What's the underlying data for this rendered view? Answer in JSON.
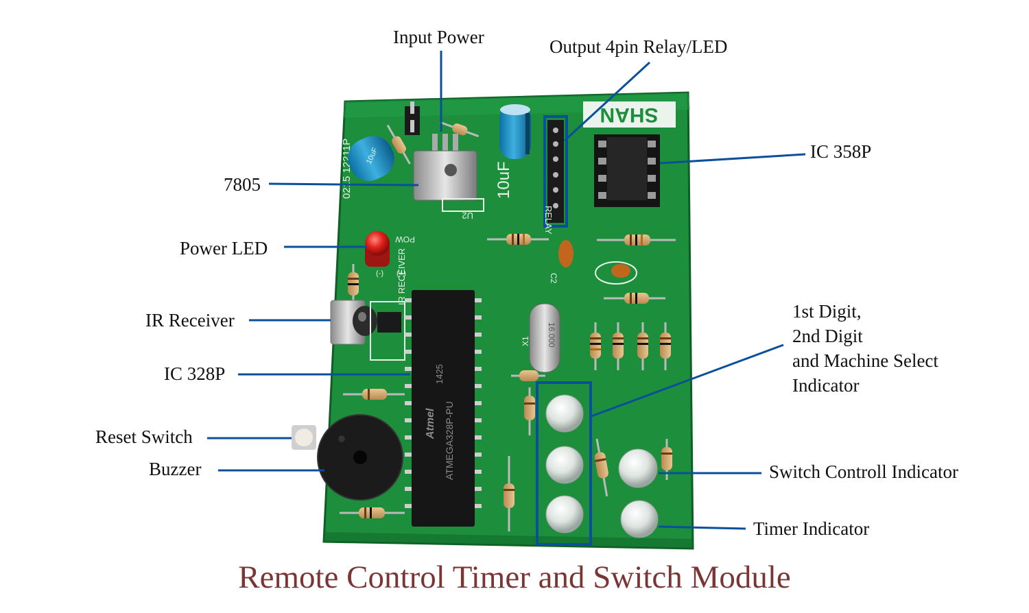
{
  "title": "Remote Control Timer and Switch Module",
  "colors": {
    "pcb": "#1d8e3c",
    "pcb_dark": "#116b2a",
    "silk": "#e9f3ea",
    "leader": "#0a4f9c",
    "title": "#7a3535"
  },
  "labels": {
    "input_power": "Input Power",
    "output_relay": "Output 4pin Relay/LED",
    "ic358": "IC 358P",
    "ic7805": "7805",
    "power_led": "Power LED",
    "ir_receiver": "IR Receiver",
    "ic328": "IC 328P",
    "reset_switch": "Reset Switch",
    "buzzer": "Buzzer",
    "digit_line1": "1st Digit,",
    "digit_line2": "2nd Digit",
    "digit_line3": "and Machine Select",
    "digit_line4": "Indicator",
    "switch_indicator": "Switch Controll Indicator",
    "timer_indicator": "Timer Indicator"
  },
  "board": {
    "brand": "SHAN",
    "chip_brand": "Atmel",
    "chip_model": "ATMEGA328P-PU",
    "chip_code": "1425",
    "crystal": "16.000",
    "cap1": "10uF",
    "cap2": "10uF",
    "silk_relay": "RELAY",
    "silk_ir": "IR RECEIVER",
    "silk_u2": "U2",
    "silk_c2": "C2",
    "silk_x1": "X1",
    "silk_power": "POW",
    "silk_minus": "(-)",
    "silk_plus": "(+)"
  }
}
